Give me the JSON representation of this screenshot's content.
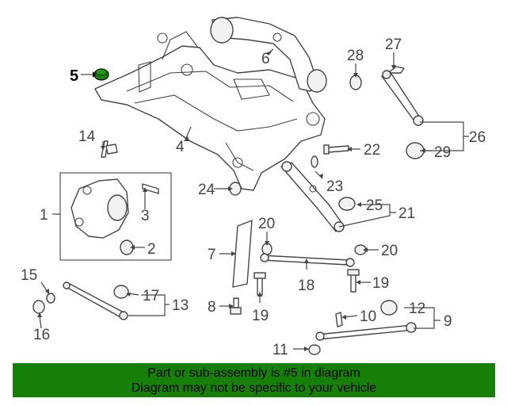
{
  "callouts": {
    "c1": "1",
    "c2": "2",
    "c3": "3",
    "c4": "4",
    "c5": "5",
    "c6": "6",
    "c7": "7",
    "c8": "8",
    "c9": "9",
    "c10": "10",
    "c11": "11",
    "c12": "12",
    "c13": "13",
    "c14": "14",
    "c15": "15",
    "c16": "16",
    "c17": "17",
    "c18": "18",
    "c19a": "19",
    "c19b": "19",
    "c20a": "20",
    "c20b": "20",
    "c21": "21",
    "c22": "22",
    "c23": "23",
    "c24": "24",
    "c25": "25",
    "c26": "26",
    "c27": "27",
    "c28": "28",
    "c29": "29"
  },
  "highlight_color": "#167f08",
  "banner": {
    "line1": "Part or sub-assembly is #5 in diagram",
    "line2": "Diagram may not be specific to your vehicle",
    "background": "#167f08"
  }
}
